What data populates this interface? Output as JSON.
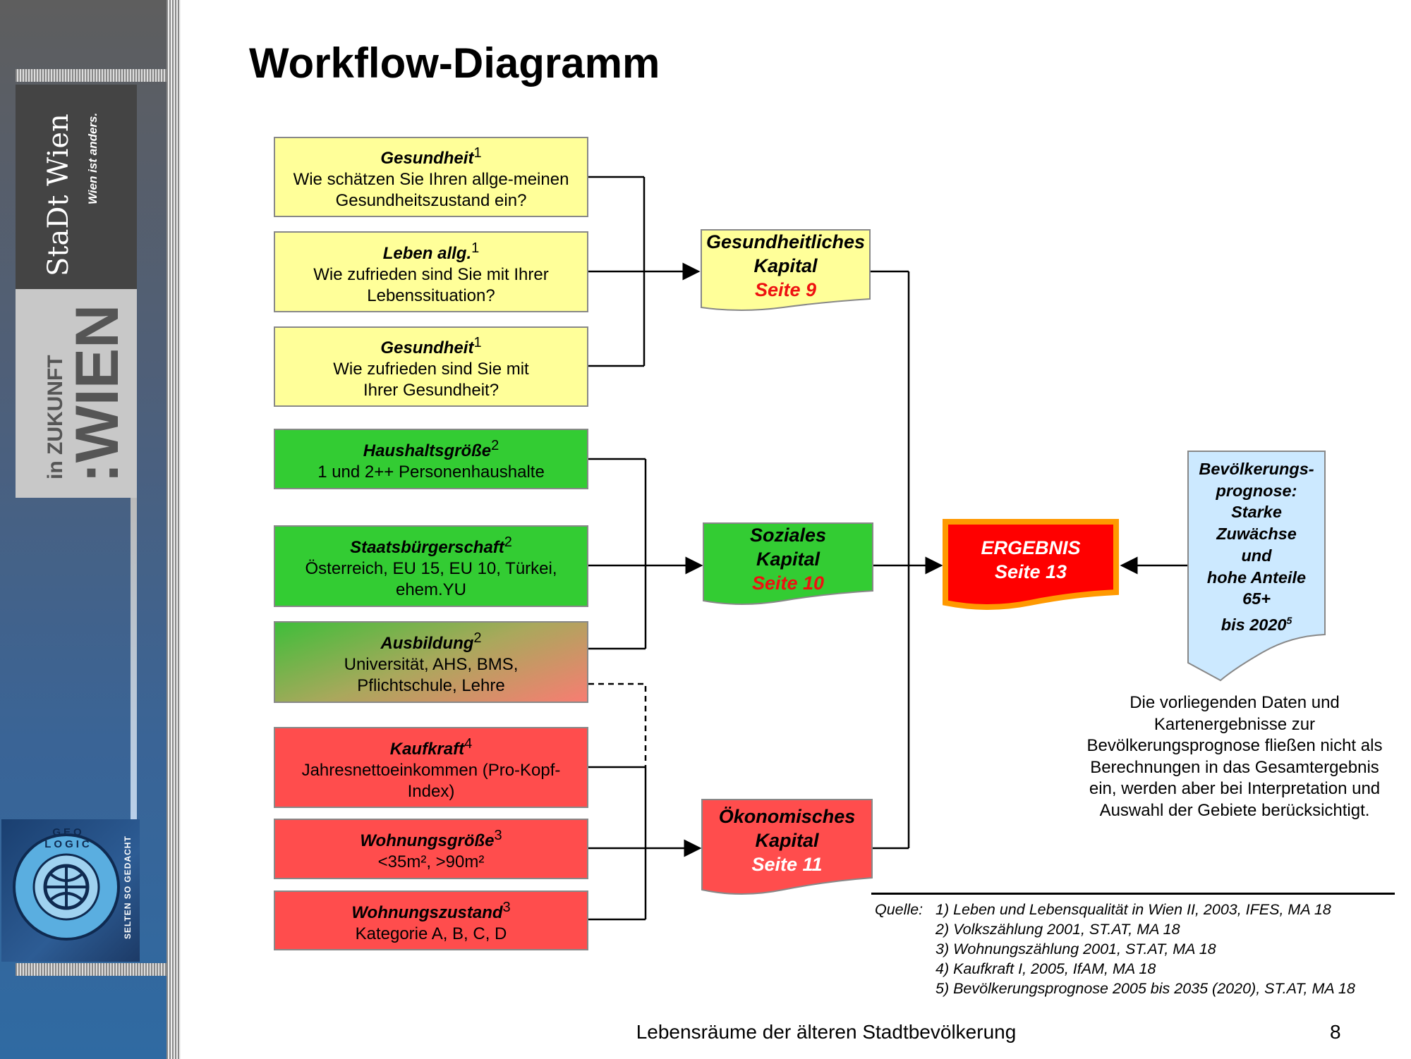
{
  "title": "Workflow-Diagramm",
  "sidebar": {
    "logo1_text": "StaDt Wien",
    "logo1_tagline": "Wien ist anders.",
    "logo2_text_small": "in ZUKUNFT",
    "logo2_text_big": ":WIEN",
    "logo3_text": "SELTEN SO GEDACHT",
    "logo3_ring": "GEO LOGIC"
  },
  "inputs": [
    {
      "title": "Gesundheit",
      "sup": "1",
      "text": "Wie schätzen Sie Ihren allge-meinen Gesundheitszustand ein?",
      "color": "#ffff99"
    },
    {
      "title": "Leben allg.",
      "sup": "1",
      "text": "Wie zufrieden sind Sie mit Ihrer Lebenssituation?",
      "color": "#ffff99"
    },
    {
      "title": "Gesundheit",
      "sup": "1",
      "text": "Wie zufrieden sind Sie mit Ihrer Gesundheit?",
      "color": "#ffff99"
    },
    {
      "title": "Haushaltsgröße",
      "sup": "2",
      "text": "1 und 2++ Personenhaushalte",
      "color": "#33cc33"
    },
    {
      "title": "Staatsbürgerschaft",
      "sup": "2",
      "text": "Österreich, EU 15, EU 10, Türkei, ehem.YU",
      "color": "#33cc33"
    },
    {
      "title": "Ausbildung",
      "sup": "2",
      "text": "Universität, AHS, BMS, Pflichtschule, Lehre",
      "color": "gradient green-red"
    },
    {
      "title": "Kaufkraft",
      "sup": "4",
      "text": "Jahresnettoeinkommen (Pro-Kopf-Index)",
      "color": "#ff4d4d"
    },
    {
      "title": "Wohnungsgröße",
      "sup": "3",
      "text": "<35m², >90m²",
      "color": "#ff4d4d"
    },
    {
      "title": "Wohnungszustand",
      "sup": "3",
      "text": "Kategorie A, B, C, D",
      "color": "#ff4d4d"
    }
  ],
  "capitals": [
    {
      "line1": "Gesundheitliches",
      "line2": "Kapital",
      "page": "Seite 9",
      "color": "#ffff99"
    },
    {
      "line1": "Soziales",
      "line2": "Kapital",
      "page": "Seite 10",
      "color": "#33cc33"
    },
    {
      "line1": "Ökonomisches",
      "line2": "Kapital",
      "page": "Seite 11",
      "color": "#ff4d4d"
    }
  ],
  "result": {
    "title": "ERGEBNIS",
    "page": "Seite 13",
    "color": "#ff0000",
    "border": "#ff9900"
  },
  "prognose": {
    "lines": [
      "Bevölkerungs-",
      "prognose:",
      "Starke",
      "Zuwächse",
      "und",
      "hohe Anteile",
      "65+",
      "bis 2020"
    ],
    "sup": "5",
    "color": "#cce9ff"
  },
  "note": "Die vorliegenden Daten und Kartenergebnisse zur Bevölkerungsprognose fließen nicht als Berechnungen in das Gesamtergebnis ein, werden aber bei Interpretation und Auswahl der Gebiete berücksichtigt.",
  "sources": {
    "label": "Quelle:",
    "items": [
      "1) Leben und Lebensqualität in Wien II, 2003, IFES, MA 18",
      "2) Volkszählung 2001, ST.AT, MA 18",
      "3) Wohnungszählung 2001, ST.AT, MA 18",
      "4) Kaufkraft I, 2005, IfAM, MA 18",
      "5) Bevölkerungsprognose 2005 bis 2035 (2020), ST.AT, MA 18"
    ]
  },
  "footer": {
    "text": "Lebensräume der älteren Stadtbevölkerung",
    "page": "8"
  }
}
